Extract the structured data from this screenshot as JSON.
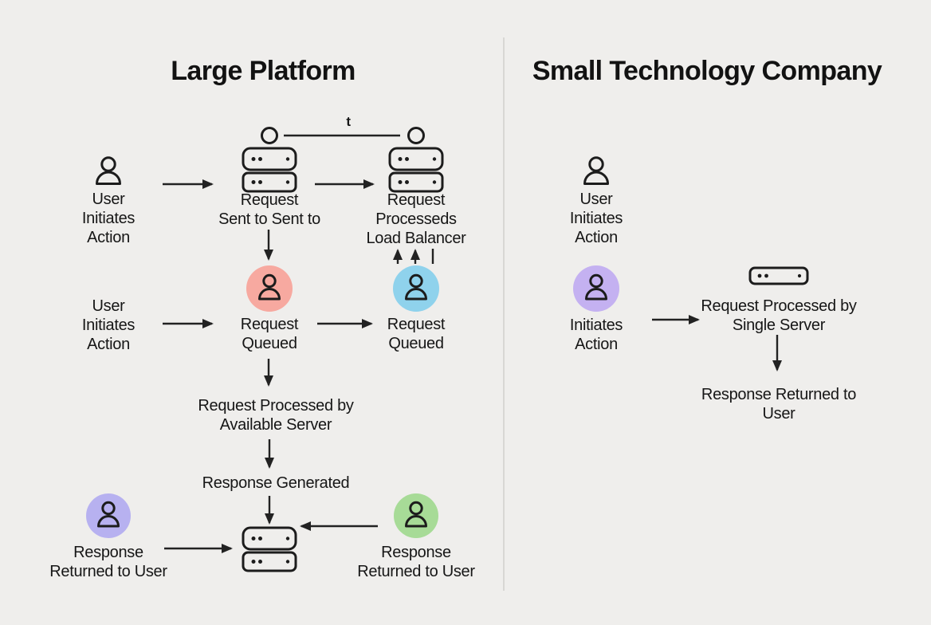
{
  "background_color": "#efeeec",
  "divider_color": "#d8d7d4",
  "stroke_color": "#1c1c1c",
  "arrow_color": "#222222",
  "titles": {
    "left": "Large Platform",
    "right": "Small Technology Company"
  },
  "left_flow": {
    "user_top": "User\nInitiates\nAction",
    "request_sent": "Request\nSent to Sent to",
    "timing_label": "t",
    "load_balancer": "Request\nProcesseds\nLoad Balancer",
    "user_mid": "User\nInitiates\nAction",
    "request_queued_a": "Request\nQueued",
    "request_queued_b": "Request\nQueued",
    "processed_available": "Request Processed by\nAvailable Server",
    "response_generated": "Response Generated",
    "response_returned_a": "Response\nReturned to User",
    "response_returned_b": "Response\nReturned to User"
  },
  "right_flow": {
    "user_top": "User\nInitiates\nAction",
    "initiates_action": "Initiates\nAction",
    "processed_single": "Request Processed by\nSingle Server",
    "response_returned": "Response Returned to\nUser"
  },
  "colors": {
    "queued_red": "#f7a9a0",
    "queued_blue": "#8fd2ec",
    "response_purple": "#b7b1f0",
    "response_green": "#a7db97",
    "initiates_purple": "#c4b1f1"
  },
  "icons": {
    "user": "user-icon",
    "server_stack": "server-stack-icon",
    "single_server": "server-icon",
    "arrowhead": "arrowhead-icon"
  }
}
